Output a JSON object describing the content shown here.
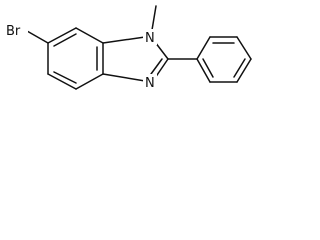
{
  "molecule": {
    "atom_labels": {
      "bromine": "Br",
      "n1": "N",
      "n3": "N"
    },
    "substituents": {
      "n1": "methyl",
      "c2": "phenyl"
    }
  }
}
